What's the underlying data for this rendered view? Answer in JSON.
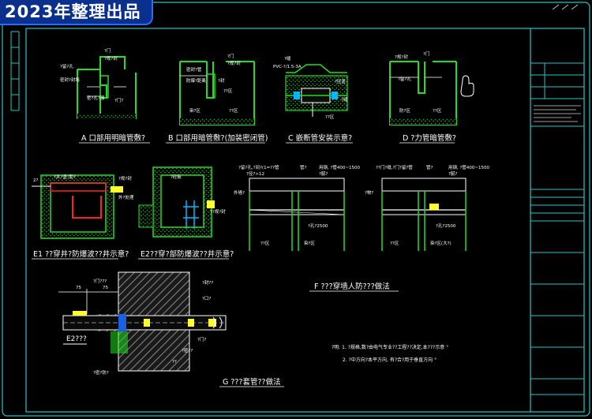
{
  "banner": {
    "text": "2023年整理出品"
  },
  "colors": {
    "background": "#000000",
    "frame": "#22c7c7",
    "wall": "#22dd22",
    "label": "#ffffff",
    "accent": "#ffff33",
    "hatch": "#7a7a7a",
    "seal": "#ff2222",
    "pipe": "#ff33ff",
    "banner": "#0a2f8c"
  },
  "details": {
    "A": "A 口部用明暗管敷?",
    "B": "B 口部用暗管敷?(加装密闭管)",
    "C": "C 嵌断管安装示意?",
    "D": "D ?力管暗管敷?",
    "E1": "E1 ??穿井?防爆波??井示意?",
    "E2": "E2??穿?部防爆波??井示意?",
    "F": "F ???穿墙人防???做法",
    "G": "G ???套管??做法"
  },
  "sections": {
    "G_label": "E2???"
  },
  "notes": {
    "line1": "?明: 1.   ?规格,数?由电气专业??工程??决定,本???示意 °",
    "line2": "2.   ?中方向?本平方向, 有?合?用于垂直方向 °"
  },
  "callouts": {
    "A": [
      "?门",
      "?规?封",
      "?留?孔",
      "密封?封堵",
      "密?孔?器",
      "?门?"
    ],
    "B": [
      "?门",
      "?规?封",
      "密封?管",
      "防爆?距离",
      "?封",
      "??区",
      "染?区",
      "??区"
    ],
    "C": [
      "?缝",
      "PVC-?/1.5-3A",
      "?压盖",
      "?缝",
      "??区"
    ],
    "D": [
      "?门",
      "?规?封",
      "?留?孔",
      "防?区",
      "??区"
    ],
    "E1": [
      "2?",
      "?井?盖?距?",
      "外?处理",
      "?规?封"
    ],
    "E2": [
      "?砼板",
      "??规?封"
    ],
    "F_left": [
      "?留?孔,?间?(1=??管",
      "管?",
      "?径?>12",
      "外墙?",
      "用钢, ?管400~1500",
      "?腻?",
      "?孔?2500",
      "??区",
      "染?区"
    ],
    "F_right": [
      "??门?缝,?门?留?管",
      "管?",
      "用钢, ?管400~1500",
      "?腻?",
      "?孔?2500",
      "??区",
      "染?区(大?)",
      "?物?"
    ],
    "G": [
      "?门???",
      "75",
      "75",
      "?封??",
      "?口?",
      "?密??",
      "?门?",
      "??",
      "?密?防?"
    ]
  }
}
